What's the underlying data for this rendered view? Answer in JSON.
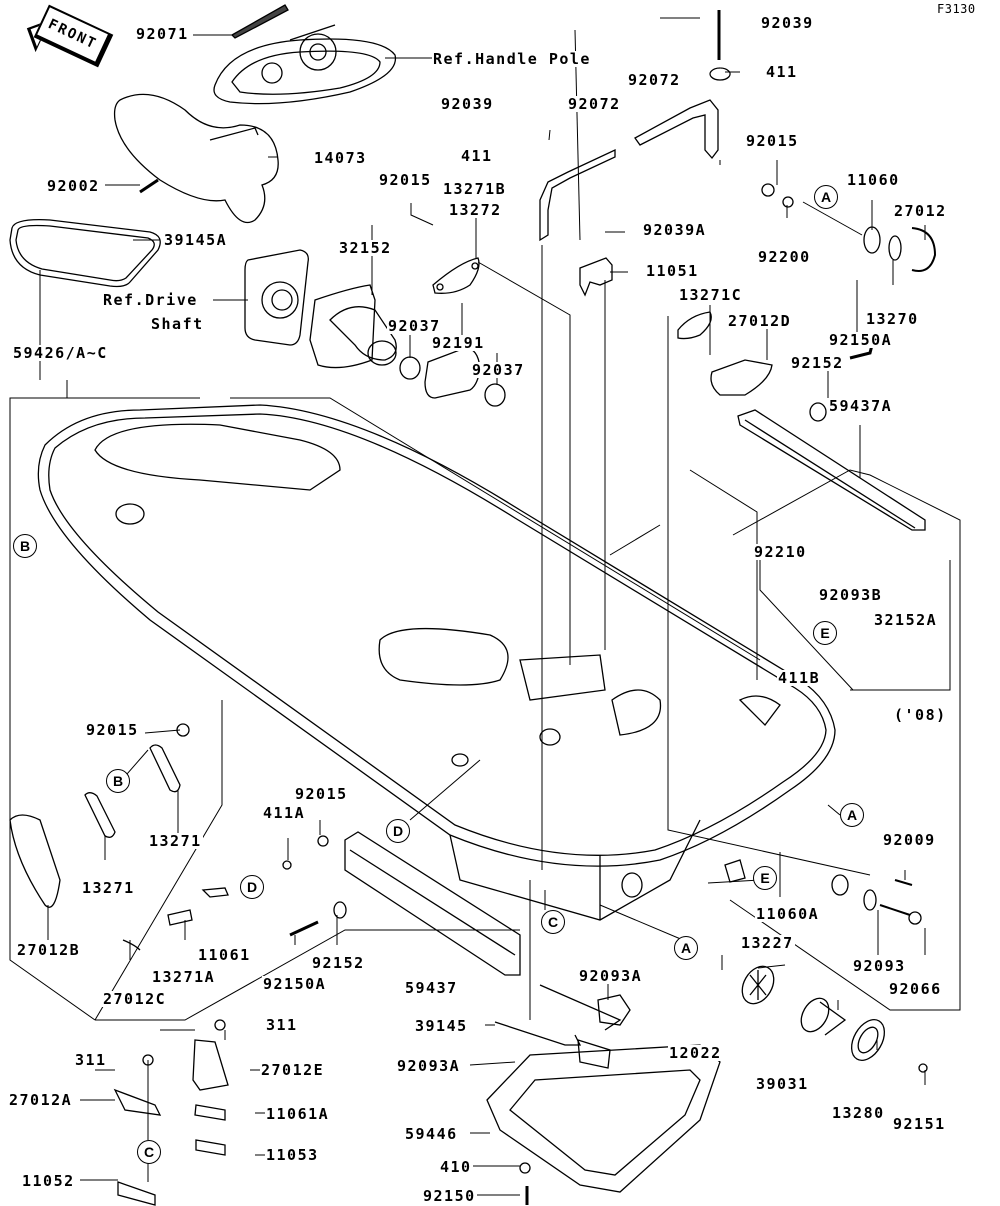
{
  "figure_id": "F3130",
  "front_indicator": "FRONT",
  "parts": {
    "p92071": "92071",
    "ref_handle_pole": "Ref.Handle Pole",
    "p14073": "14073",
    "p92002": "92002",
    "p39145A": "39145A",
    "ref_drive_shaft_1": "Ref.Drive",
    "ref_drive_shaft_2": "Shaft",
    "p59426": "59426/A~C",
    "p32152": "32152",
    "p92015_a": "92015",
    "p13271B": "13271B",
    "p13272": "13272",
    "p92037_a": "92037",
    "p92191": "92191",
    "p92037_b": "92037",
    "p92039_a": "92039",
    "p411_a": "411",
    "p92072_a": "92072",
    "p92072_b": "92072",
    "p92039_b": "92039",
    "p411_b": "411",
    "p92039A": "92039A",
    "p11051": "11051",
    "p92015_b": "92015",
    "p92200": "92200",
    "p11060": "11060",
    "p27012": "27012",
    "p13270": "13270",
    "p13271C": "13271C",
    "p27012D": "27012D",
    "p92150A_a": "92150A",
    "p92152_a": "92152",
    "p59437A": "59437A",
    "p92210": "92210",
    "p92093B": "92093B",
    "p32152A": "32152A",
    "p411B": "411B",
    "p08": "('08)",
    "p92015_c": "92015",
    "p13271_a": "13271",
    "p13271_b": "13271",
    "p27012B": "27012B",
    "p92015_d": "92015",
    "p411A": "411A",
    "p11061": "11061",
    "p13271A": "13271A",
    "p27012C": "27012C",
    "p92150A_b": "92150A",
    "p92152_b": "92152",
    "p59437": "59437",
    "p311_a": "311",
    "p27012E": "27012E",
    "p311_b": "311",
    "p27012A": "27012A",
    "p11061A": "11061A",
    "p11053": "11053",
    "p11052": "11052",
    "p39145": "39145",
    "p92093A_a": "92093A",
    "p92093A_b": "92093A",
    "p59446": "59446",
    "p410": "410",
    "p92150": "92150",
    "p12022": "12022",
    "p39031": "39031",
    "p13280": "13280",
    "p92151": "92151",
    "p11060A": "11060A",
    "p13227": "13227",
    "p92093": "92093",
    "p92066": "92066",
    "p92009": "92009"
  },
  "callouts": {
    "A1": "A",
    "A2": "A",
    "A3": "A",
    "B1": "B",
    "B2": "B",
    "C1": "C",
    "C2": "C",
    "D1": "D",
    "D2": "D",
    "E1": "E",
    "E2": "E"
  }
}
